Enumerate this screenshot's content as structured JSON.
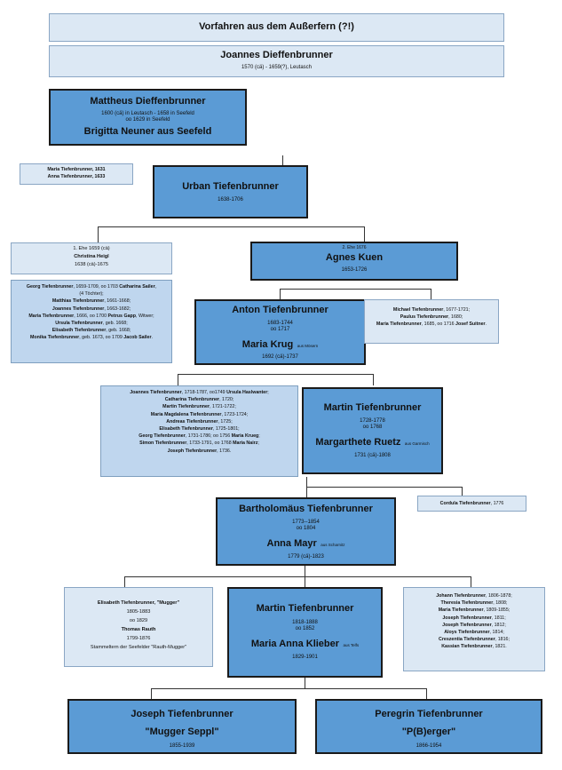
{
  "title": "Vorfahren aus dem Außerfern (?!)",
  "joannes": {
    "name": "Joannes Dieffenbrunner",
    "dates": "1570 (cä) - 1659(?), Leutasch"
  },
  "mattheus": {
    "name": "Mattheus Dieffenbrunner",
    "line1": "1600 (cä) in Leutasch - 1658 in Seefeld",
    "line2": "oo 1629 in Seefeld",
    "spouse": "Brigitta Neuner aus Seefeld"
  },
  "mattheus_children": [
    "Maria Tiefenbrunner, 1631",
    "Anna Tiefenbrunner, 1633"
  ],
  "urban": {
    "name": "Urban Tiefenbrunner",
    "dates": "1638-1706"
  },
  "christina": {
    "line1": "1. Ehe 1659 (cä)",
    "name": "Christina Heigl",
    "dates": "1638 (cä)-1675"
  },
  "christina_children": [
    {
      "name": "Georg Tiefenbrunner",
      "text": ", 1659-1709, oo 1703 ",
      "spouse": "Catharina Sailer",
      "tail": ","
    },
    {
      "name": "",
      "text": "(4 Töchter);",
      "spouse": "",
      "tail": ""
    },
    {
      "name": "Matthias Tiefenbrunner",
      "text": ", 1661-1668;",
      "spouse": "",
      "tail": ""
    },
    {
      "name": "Joannes Tiefenbrunner",
      "text": ", 1663-1682;",
      "spouse": "",
      "tail": ""
    },
    {
      "name": "Maria Tiefenbrunner",
      "text": ", 1666, oo 1700 ",
      "spouse": "Petrus Gapp",
      "tail": ", Witwer;"
    },
    {
      "name": "Ursula Tiefenbrunner",
      "text": ", geb. 1668;",
      "spouse": "",
      "tail": ""
    },
    {
      "name": "Elisabeth Tiefenbrunner",
      "text": ", geb. 1668;",
      "spouse": "",
      "tail": ""
    },
    {
      "name": "Monika Tiefenbrunner",
      "text": ", geb. 1673, oo 1709 ",
      "spouse": "Jacob Sailer",
      "tail": "."
    }
  ],
  "agnes": {
    "line1": "2. Ehe 1676",
    "name": "Agnes Kuen",
    "dates": "1653-1726"
  },
  "agnes_children": [
    {
      "name": "Michael Tiefenbrunner",
      "text": ", 1677-1721;",
      "spouse": "",
      "tail": ""
    },
    {
      "name": "Paulus Tiefenbrunner",
      "text": ", 1680;",
      "spouse": "",
      "tail": ""
    },
    {
      "name": "Maria Tiefenbrunner",
      "text": ", 1685, oo 1716 ",
      "spouse": "Josef Suitner",
      "tail": "."
    }
  ],
  "anton": {
    "name": "Anton Tiefenbrunner",
    "line1": "1683-1744",
    "line2": "oo 1717",
    "spouse": "Maria Krug",
    "spouse_origin": "aus Mösern",
    "spouse_dates": "1692 (cä)-1737"
  },
  "anton_children": [
    {
      "name": "Joannes Tiefenbrunner",
      "text": ", 1718-1787, oo1749 ",
      "spouse": "Ursula Haslwanter",
      "tail": ";"
    },
    {
      "name": "Catharina Tiefenbrunner",
      "text": ", 1720;",
      "spouse": "",
      "tail": ""
    },
    {
      "name": "Martin Tiefenbrunner",
      "text": ", 1721-1722;",
      "spouse": "",
      "tail": ""
    },
    {
      "name": "Maria Magdalena Tiefenbrunner",
      "text": ", 1723-1724;",
      "spouse": "",
      "tail": ""
    },
    {
      "name": "Andreas Tiefenbrunner",
      "text": ", 1725;",
      "spouse": "",
      "tail": ""
    },
    {
      "name": "Elisabeth Tiefenbrunner",
      "text": ", 1725-1801;",
      "spouse": "",
      "tail": ""
    },
    {
      "name": "Georg Tiefenbrunner",
      "text": ", 1731-1786; oo 1756 ",
      "spouse": "Maria Krueg",
      "tail": ";"
    },
    {
      "name": "Simon Tiefenbrunner",
      "text": ", 1733-1791, oo 1768 ",
      "spouse": "Maria Nairz",
      "tail": ";"
    },
    {
      "name": "Joseph Tiefenbrunner",
      "text": ", 1736.",
      "spouse": "",
      "tail": ""
    }
  ],
  "martin1": {
    "name": "Martin Tiefenbrunner",
    "line1": "1728-1778",
    "line2": "oo 1768",
    "spouse": "Margarthete Ruetz",
    "spouse_origin": "aus Garmisch",
    "spouse_dates": "1731 (cä)-1808"
  },
  "bartholomaeus": {
    "name": "Bartholomäus Tiefenbrunner",
    "line1": "1773--1854",
    "line2": "oo 1804",
    "spouse": "Anna Mayr",
    "spouse_origin": "aus Scharnitz",
    "spouse_dates": "1779 (cä)-1823"
  },
  "cordula": {
    "name": "Cordula Tiefenbrunner",
    "text": ", 1776"
  },
  "elisabeth": {
    "name": "Elisabeth Tiefenbrunner, \"Mugger\"",
    "dates": "1805-1883",
    "marriage": "oo 1829",
    "spouse": "Thomas Rauth",
    "spouse_dates": "1799-1876",
    "note": "Stammeltern der Seefelder \"Rauth-Mugger\""
  },
  "martin2": {
    "name": "Martin Tiefenbrunner",
    "line1": "1818-1888",
    "line2": "oo 1852",
    "spouse": "Maria Anna Klieber",
    "spouse_origin": "aus Telfs",
    "spouse_dates": "1829-1901"
  },
  "bart_children": [
    {
      "name": "Johann Tiefenbrunner",
      "text": ", 1806-1878;",
      "spouse": "",
      "tail": ""
    },
    {
      "name": "Theresia Tiefenbrunner",
      "text": ", 1808;",
      "spouse": "",
      "tail": ""
    },
    {
      "name": "Maria Tiefenbrunner",
      "text": ", 1809-1855;",
      "spouse": "",
      "tail": ""
    },
    {
      "name": "Joseph Tiefenbrunner",
      "text": ", 1811;",
      "spouse": "",
      "tail": ""
    },
    {
      "name": "Joseph Tiefenbrunner",
      "text": ", 1812;",
      "spouse": "",
      "tail": ""
    },
    {
      "name": "Aloys Tiefenbrunner",
      "text": ", 1814;",
      "spouse": "",
      "tail": ""
    },
    {
      "name": "Creszentia Tiefenbrunner",
      "text": ", 1816;",
      "spouse": "",
      "tail": ""
    },
    {
      "name": "Kassian Tiefenbrunner",
      "text": ", 1821.",
      "spouse": "",
      "tail": ""
    }
  ],
  "joseph": {
    "name": "Joseph Tiefenbrunner",
    "nickname": "\"Mugger Seppl\"",
    "dates": "1855-1939"
  },
  "peregrin": {
    "name": "Peregrin Tiefenbrunner",
    "nickname": "\"P(B)erger\"",
    "dates": "1866-1954"
  }
}
